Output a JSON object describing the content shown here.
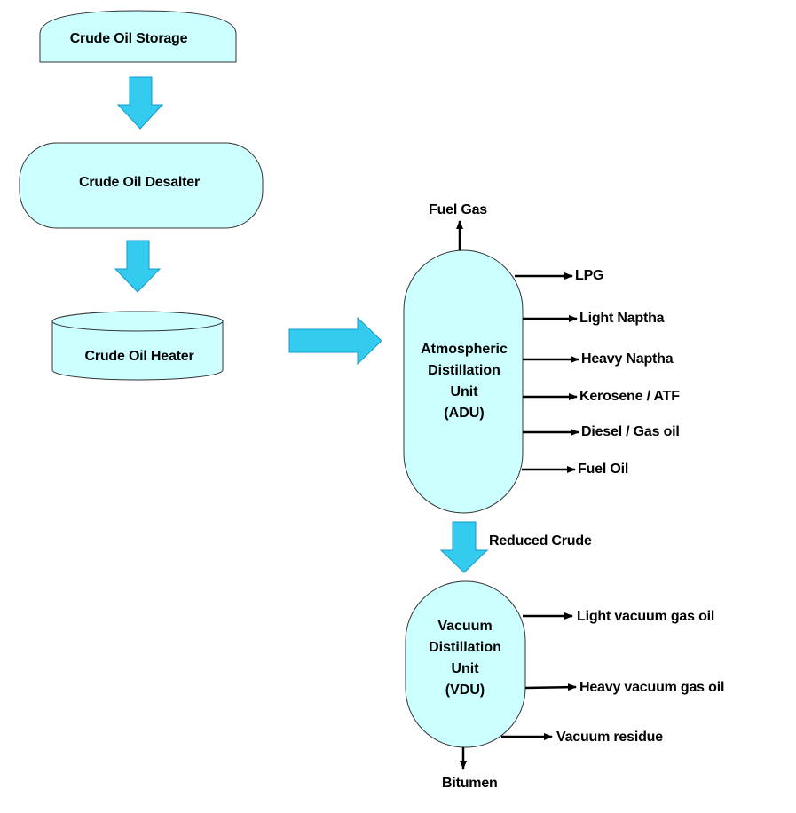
{
  "colors": {
    "node_fill": "#ccffff",
    "arrow_fill": "#33ccee",
    "arrow_stroke": "#1199cc",
    "line": "#000000"
  },
  "nodes": {
    "storage": {
      "label": "Crude Oil Storage"
    },
    "desalter": {
      "label": "Crude Oil Desalter"
    },
    "heater": {
      "label": "Crude Oil Heater"
    },
    "adu": {
      "lines": [
        "Atmospheric",
        "Distillation",
        "Unit",
        "(ADU)"
      ]
    },
    "vdu": {
      "lines": [
        "Vacuum",
        "Distillation",
        "Unit",
        "(VDU)"
      ]
    }
  },
  "adu_outputs": {
    "top": "Fuel Gas",
    "side": [
      "LPG",
      "Light Naptha",
      "Heavy Naptha",
      "Kerosene / ATF",
      "Diesel / Gas oil",
      "Fuel Oil"
    ]
  },
  "transfer_label": "Reduced Crude",
  "vdu_outputs": {
    "side": [
      "Light vacuum gas oil",
      "Heavy vacuum gas oil",
      "Vacuum residue"
    ],
    "bottom": "Bitumen"
  }
}
